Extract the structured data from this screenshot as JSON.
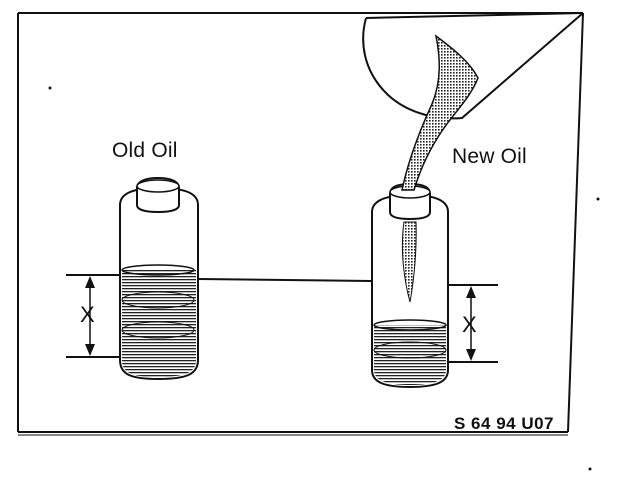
{
  "labels": {
    "old_oil": "Old Oil",
    "new_oil": "New Oil",
    "level_marker_left": "X",
    "level_marker_right": "X"
  },
  "reference_code": "S 64 94 U07",
  "colors": {
    "ink": "#111111",
    "paper": "#ffffff"
  }
}
